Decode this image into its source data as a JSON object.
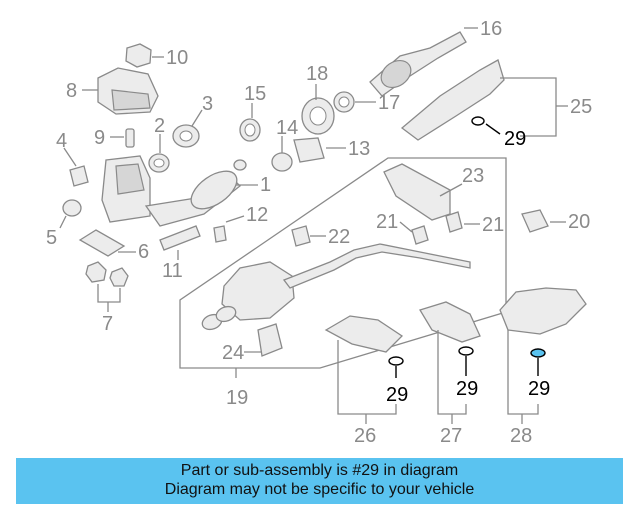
{
  "labels": {
    "p1": "1",
    "p2": "2",
    "p3": "3",
    "p4": "4",
    "p5": "5",
    "p6": "6",
    "p7": "7",
    "p8": "8",
    "p9": "9",
    "p10": "10",
    "p11": "11",
    "p12": "12",
    "p13": "13",
    "p14": "14",
    "p15": "15",
    "p16": "16",
    "p17": "17",
    "p18": "18",
    "p19": "19",
    "p20": "20",
    "p21a": "21",
    "p21b": "21",
    "p22": "22",
    "p23": "23",
    "p24": "24",
    "p25": "25",
    "p26": "26",
    "p27": "27",
    "p28": "28",
    "p29a": "29",
    "p29b": "29",
    "p29c": "29",
    "p29d": "29"
  },
  "highlight_color": "#5ac3f0",
  "banner": {
    "line1": "Part or sub-assembly is #29 in diagram",
    "line2": "Diagram may not be specific to your vehicle"
  }
}
